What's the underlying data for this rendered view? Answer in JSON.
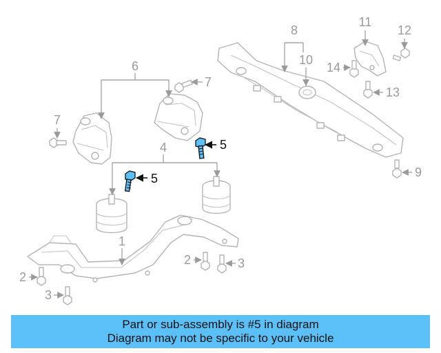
{
  "callouts": {
    "c1": "1",
    "c2a": "2",
    "c2b": "2",
    "c3a": "3",
    "c3b": "3",
    "c4": "4",
    "c5a": "5",
    "c5b": "5",
    "c6": "6",
    "c7a": "7",
    "c7b": "7",
    "c8": "8",
    "c9": "9",
    "c10": "10",
    "c11": "11",
    "c12": "12",
    "c13": "13",
    "c14": "14"
  },
  "highlight_color": "#5bc0f8",
  "banner": {
    "line1": "Part or sub-assembly is #5 in diagram",
    "line2": "Diagram may not be specific to your vehicle",
    "color": "#5bc0f8"
  }
}
